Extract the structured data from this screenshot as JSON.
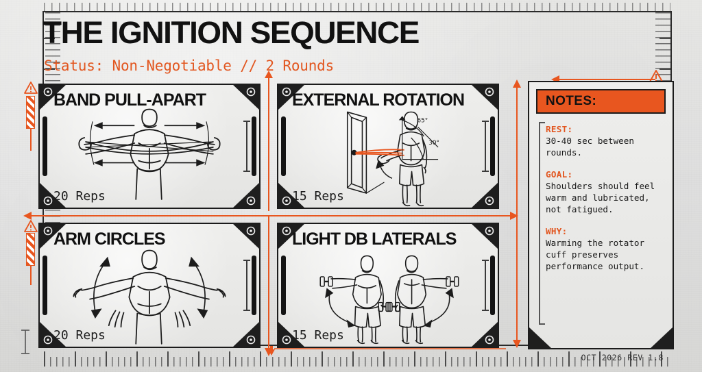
{
  "header": {
    "title": "THE IGNITION SEQUENCE",
    "subtitle": "Status: Non-Negotiable // 2 Rounds"
  },
  "exercises": [
    {
      "name": "BAND PULL-APART",
      "reps": "20 Reps",
      "icon": "band-pull-apart-figure"
    },
    {
      "name": "EXTERNAL ROTATION",
      "reps": "15 Reps",
      "icon": "external-rotation-figure",
      "angle_top": "65°",
      "angle_bottom": "30°"
    },
    {
      "name": "ARM CIRCLES",
      "reps": "20 Reps",
      "icon": "arm-circles-figure"
    },
    {
      "name": "LIGHT DB LATERALS",
      "reps": "15 Reps",
      "icon": "db-laterals-figure"
    }
  ],
  "notes": {
    "header": "NOTES:",
    "items": [
      {
        "key": "REST:",
        "text": "30-40 sec between rounds."
      },
      {
        "key": "GOAL:",
        "text": "Shoulders should feel warm and lubricated, not fatigued."
      },
      {
        "key": "WHY:",
        "text": "Warming the rotator cuff preserves performance output."
      }
    ]
  },
  "footer": {
    "revision": "OCT 2026 REV 1.8"
  },
  "icons": {
    "warning_top_right": "warning-triangle-icon",
    "warning_left": "warning-triangle-icon"
  },
  "colors": {
    "accent": "#e8561f",
    "ink": "#111111",
    "paper": "#e6e6e4"
  }
}
